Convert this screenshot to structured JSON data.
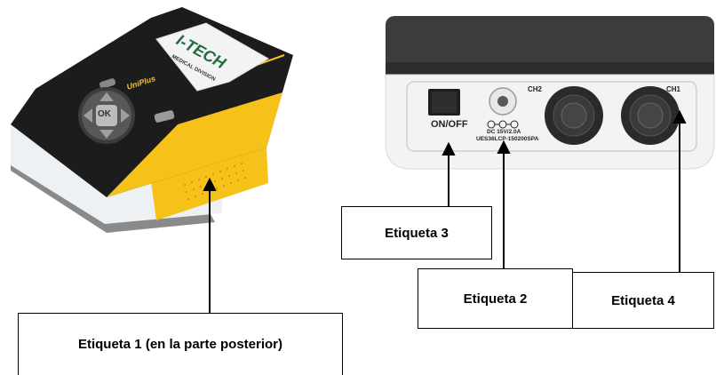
{
  "device_front": {
    "brand_logo": "I-TECH",
    "brand_subtitle": "MEDICAL DIVISION",
    "product_name": "UniPlus",
    "ok_button": "OK"
  },
  "device_panel": {
    "switch_label": "ON/OFF",
    "power_spec_line1": "DC 15V/2.0A",
    "power_spec_line2": "UES36LCP-150200SPA",
    "channel2_label": "CH2",
    "channel1_label": "CH1"
  },
  "labels": {
    "label1": "Etiqueta 1 (en la parte posterior)",
    "label2": "Etiqueta 2",
    "label3": "Etiqueta 3",
    "label4": "Etiqueta 4"
  },
  "colors": {
    "device_black": "#1c1c1c",
    "device_yellow": "#f6c21a",
    "device_white": "#f2f4f6",
    "panel_grey": "#f3f3f3"
  }
}
